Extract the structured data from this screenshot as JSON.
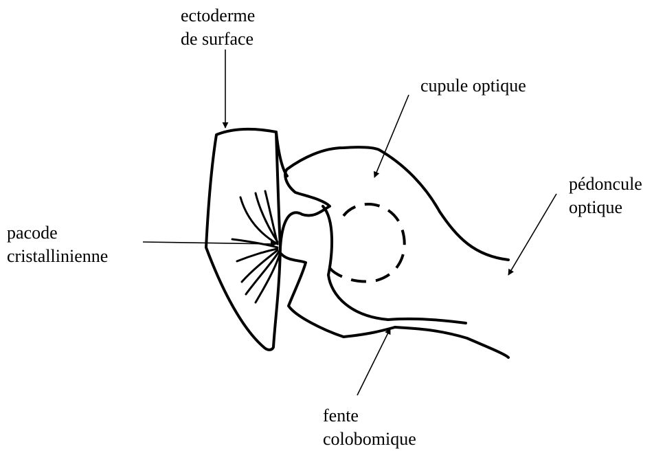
{
  "labels": {
    "ectoderme": [
      "ectoderme",
      "de surface"
    ],
    "cupule": "cupule optique",
    "pedoncule": [
      "pédoncule",
      "optique"
    ],
    "placode": [
      "pacode",
      "cristallinienne"
    ],
    "fente": [
      "fente",
      "colobomique"
    ]
  },
  "colors": {
    "ink": "#000000",
    "background": "#ffffff"
  }
}
